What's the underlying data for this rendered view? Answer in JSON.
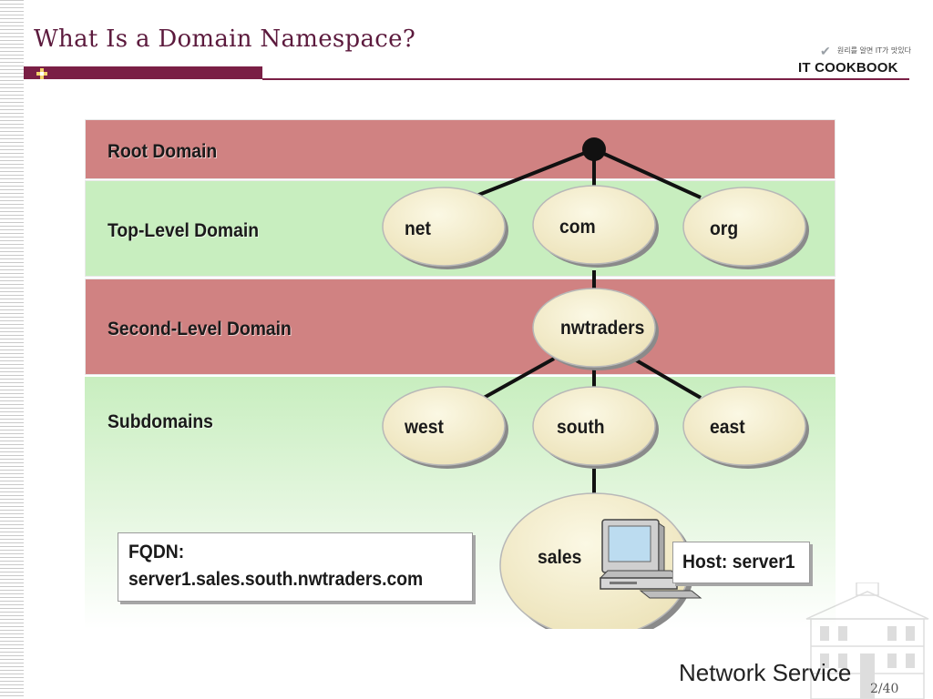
{
  "slide": {
    "title": "What Is a Domain Namespace?",
    "footer_title": "Network Service",
    "page_number": "2/40"
  },
  "logo": {
    "tagline": "원리를 알면 IT가 맛있다",
    "text": "IT COOKBOOK"
  },
  "diagram": {
    "levels": [
      {
        "label": "Root Domain",
        "color": "#d08282"
      },
      {
        "label": "Top-Level Domain",
        "color": "#c8eebf"
      },
      {
        "label": "Second-Level Domain",
        "color": "#d08282"
      },
      {
        "label": "Subdomains",
        "color": "#c8eebf"
      }
    ],
    "top_level_nodes": [
      "net",
      "com",
      "org"
    ],
    "second_level_node": "nwtraders",
    "subdomain_nodes": [
      "west",
      "south",
      "east"
    ],
    "host_zone": "sales",
    "fqdn": {
      "label": "FQDN:",
      "value": "server1.sales.south.nwtraders.com"
    },
    "host": "Host: server1",
    "icons": [
      "computer-icon"
    ]
  }
}
